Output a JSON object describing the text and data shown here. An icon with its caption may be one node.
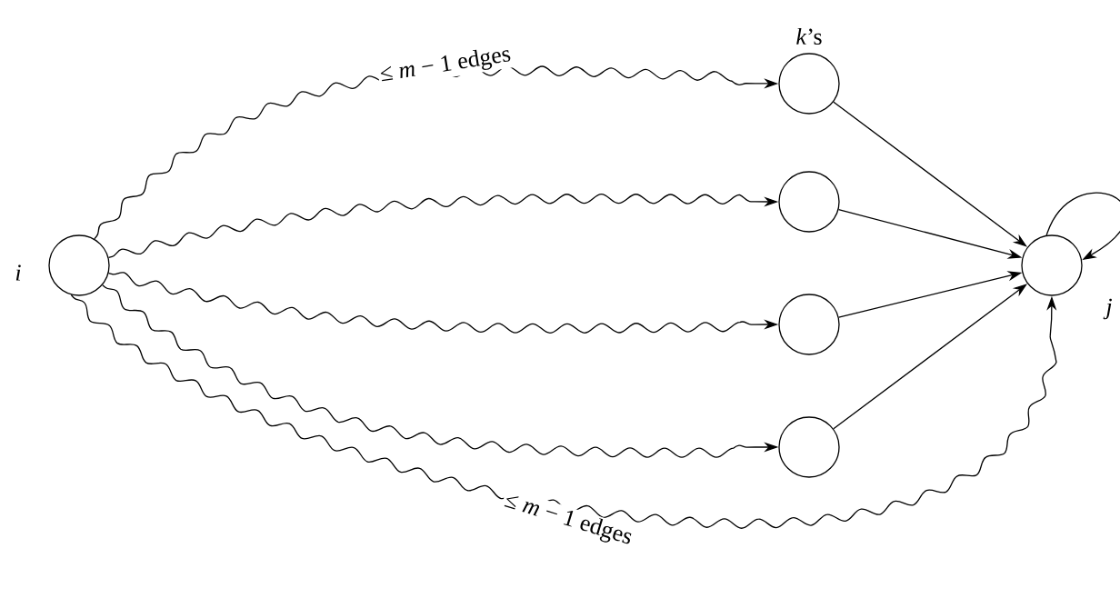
{
  "diagram": {
    "nodes": [
      {
        "text": [],
        "shape": "circle",
        "beside": [
          "i"
        ]
      },
      {
        "text": [],
        "shape": "circle",
        "beside": [
          "*k*’s"
        ]
      },
      {
        "text": [],
        "shape": "circle"
      },
      {
        "text": [],
        "shape": "circle"
      },
      {
        "text": [],
        "shape": "circle"
      },
      {
        "text": [],
        "shape": "circle",
        "beside": [
          "j"
        ]
      }
    ],
    "edges": [
      {
        "from": 0,
        "to": 1,
        "arrow": "to",
        "label": "≤ *m* − 1 edges"
      },
      {
        "from": 0,
        "to": 2,
        "arrow": "to"
      },
      {
        "from": 0,
        "to": 3,
        "arrow": "to"
      },
      {
        "from": 0,
        "to": 4,
        "arrow": "to"
      },
      {
        "from": 0,
        "to": 5,
        "arrow": "to",
        "label": "≤ *m* − 1 edges"
      },
      {
        "from": 1,
        "to": 5,
        "arrow": "to"
      },
      {
        "from": 2,
        "to": 5,
        "arrow": "to"
      },
      {
        "from": 3,
        "to": 5,
        "arrow": "to"
      },
      {
        "from": 4,
        "to": 5,
        "arrow": "to"
      },
      {
        "from": 5,
        "to": 5,
        "arrow": "to"
      }
    ]
  }
}
